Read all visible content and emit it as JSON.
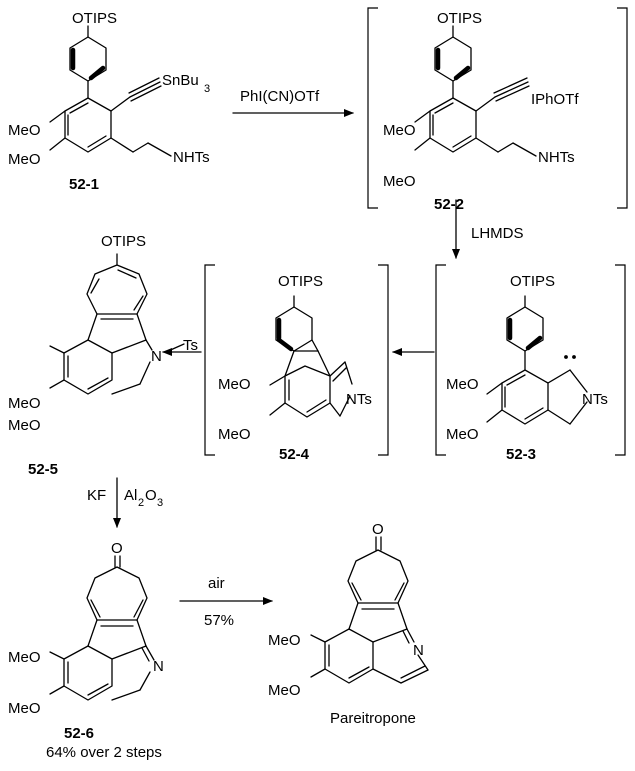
{
  "compounds": {
    "c521": "52-1",
    "c522": "52-2",
    "c523": "52-3",
    "c524": "52-4",
    "c525": "52-5",
    "c526": "52-6",
    "final": "Pareitropone"
  },
  "groups": {
    "otips": "OTIPS",
    "meo": "MeO",
    "nhts": "NHTs",
    "nts": "NTs",
    "n": "N",
    "ts": "Ts",
    "o": "O",
    "iphotf": "IPhOTf",
    "snbu": "SnBu",
    "sub3": "3"
  },
  "reagents": {
    "step1": "PhI(CN)OTf",
    "step2": "LHMDS",
    "step5_kf": "KF",
    "step5_al": "Al",
    "step5_sub2": "2",
    "step5_o": "O",
    "step5_sub3": "3",
    "step6_reagent": "air",
    "step6_yield": "57%"
  },
  "yield_note": "64% over 2 steps"
}
